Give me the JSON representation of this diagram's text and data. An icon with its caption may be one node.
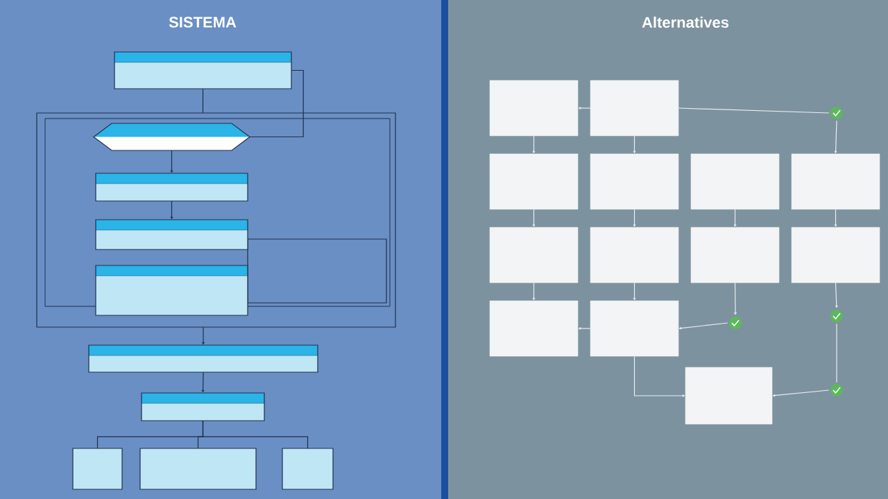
{
  "diagram": {
    "nodes": [
      {
        "text": [],
        "shape": "box"
      },
      {
        "text": [],
        "shape": "box"
      },
      {
        "text": [],
        "shape": "hexagon",
        "in": 1
      },
      {
        "text": [],
        "shape": "box",
        "in": 1
      },
      {
        "text": [],
        "shape": "box",
        "in": 1
      },
      {
        "text": [],
        "shape": "box",
        "in": 1
      },
      {
        "text": [],
        "shape": "box"
      },
      {
        "text": [],
        "shape": "box"
      },
      {
        "text": [],
        "shape": "box"
      },
      {
        "text": [],
        "shape": "box"
      },
      {
        "text": [],
        "shape": "box"
      },
      {
        "text": [],
        "shape": "box"
      },
      {
        "text": [],
        "shape": "box"
      },
      {
        "text": [],
        "shape": "circle"
      },
      {
        "text": [],
        "shape": "box"
      },
      {
        "text": [],
        "shape": "box"
      },
      {
        "text": [],
        "shape": "box"
      },
      {
        "text": [],
        "shape": "box"
      },
      {
        "text": [],
        "shape": "box"
      },
      {
        "text": [],
        "shape": "box"
      },
      {
        "text": [],
        "shape": "box"
      },
      {
        "text": [],
        "shape": "box"
      },
      {
        "text": [],
        "shape": "box"
      },
      {
        "text": [],
        "shape": "box"
      },
      {
        "text": [],
        "shape": "circle"
      },
      {
        "text": [],
        "shape": "circle"
      },
      {
        "text": [],
        "shape": "circle"
      },
      {
        "text": [],
        "shape": "box"
      }
    ],
    "edges": [
      {
        "from": 0,
        "to": 1,
        "arrow": "none",
        "color": "#1e2e4a"
      },
      {
        "from": 0,
        "to": 2,
        "arrow": "none",
        "color": "#1e2e4a"
      },
      {
        "from": 2,
        "to": 3,
        "arrow": "to",
        "color": "#1e2e4a"
      },
      {
        "from": 3,
        "to": 4,
        "arrow": "to",
        "color": "#1e2e4a"
      },
      {
        "from": 1,
        "to": 6,
        "arrow": "to",
        "color": "#1e2e4a"
      },
      {
        "from": 6,
        "to": 7,
        "arrow": "to",
        "color": "#1e2e4a"
      },
      {
        "from": 7,
        "to": 8,
        "arrow": "none",
        "color": "#1e2e4a"
      },
      {
        "from": 7,
        "to": 9,
        "arrow": "none",
        "color": "#1e2e4a"
      },
      {
        "from": 7,
        "to": 10,
        "arrow": "none",
        "color": "#1e2e4a"
      },
      {
        "from": 12,
        "to": 11,
        "arrow": "to"
      },
      {
        "from": 12,
        "to": 13,
        "arrow": "none"
      },
      {
        "from": 13,
        "to": 17,
        "arrow": "to"
      },
      {
        "from": 11,
        "to": 14,
        "arrow": "to"
      },
      {
        "from": 12,
        "to": 15,
        "arrow": "to"
      },
      {
        "from": 14,
        "to": 18,
        "arrow": "to"
      },
      {
        "from": 15,
        "to": 19,
        "arrow": "to"
      },
      {
        "from": 16,
        "to": 20,
        "arrow": "to"
      },
      {
        "from": 17,
        "to": 21,
        "arrow": "to"
      },
      {
        "from": 18,
        "to": 22,
        "arrow": "to"
      },
      {
        "from": 19,
        "to": 23,
        "arrow": "to"
      },
      {
        "from": 20,
        "to": 24,
        "arrow": "to"
      },
      {
        "from": 24,
        "to": 23,
        "arrow": "to"
      },
      {
        "from": 21,
        "to": 25,
        "arrow": "to"
      },
      {
        "from": 23,
        "to": 22,
        "arrow": "to"
      },
      {
        "from": 25,
        "to": 26,
        "arrow": "none"
      },
      {
        "from": 26,
        "to": 27,
        "arrow": "to"
      },
      {
        "from": 23,
        "to": 27,
        "arrow": "to"
      }
    ],
    "labels": [
      "SISTEMA",
      "Alternatives"
    ]
  }
}
